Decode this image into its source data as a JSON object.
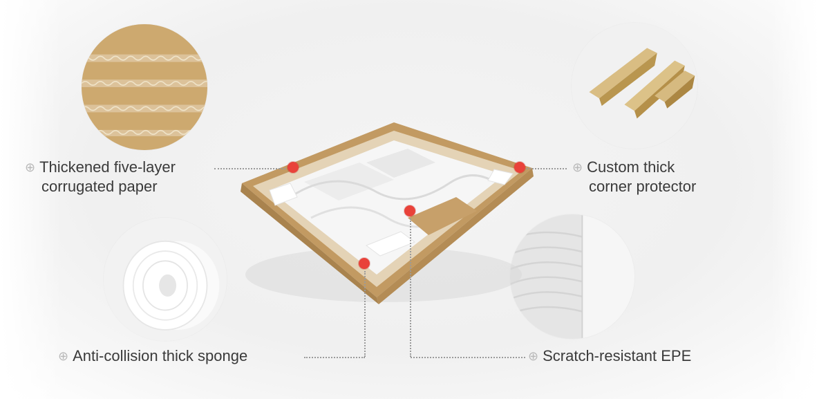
{
  "features": {
    "corrugated": {
      "line1": "Thickened five-layer",
      "line2": "corrugated paper",
      "icon": "plus-circle-icon"
    },
    "corner": {
      "line1": "Custom thick",
      "line2": "corner protector",
      "icon": "plus-circle-icon"
    },
    "sponge": {
      "label": "Anti-collision thick sponge",
      "icon": "plus-circle-icon"
    },
    "epe": {
      "label": "Scratch-resistant EPE",
      "icon": "plus-circle-icon"
    }
  },
  "prefix_symbol": "⊕",
  "colors": {
    "marker": "#e9423a",
    "cardboard": "#c9a46a",
    "label_text": "#3a3a3a",
    "dotted_line": "#9a9a9a"
  }
}
